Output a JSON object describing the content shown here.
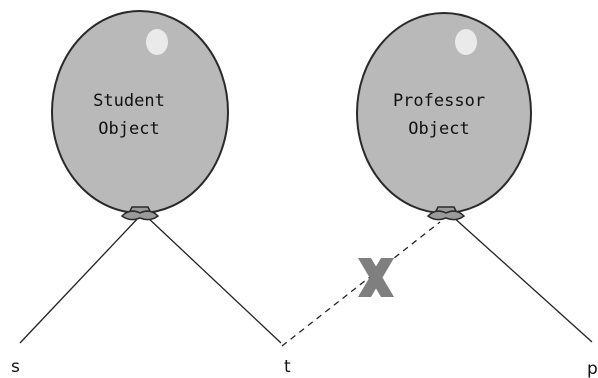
{
  "balloons": [
    {
      "id": "student",
      "lines": [
        "Student",
        "Object"
      ],
      "fill": "#b9b9b9",
      "stroke": "#2a2a2a"
    },
    {
      "id": "professor",
      "lines": [
        "Professor",
        "Object"
      ],
      "fill": "#b9b9b9",
      "stroke": "#2a2a2a"
    }
  ],
  "references": [
    {
      "label": "s",
      "target": "student",
      "style": "solid"
    },
    {
      "label": "t",
      "target": "student",
      "style": "solid"
    },
    {
      "label": "t",
      "target": "professor",
      "style": "dashed"
    },
    {
      "label": "p",
      "target": "professor",
      "style": "solid"
    }
  ],
  "broken_reference_mark": {
    "glyph": "X",
    "icon": "cross-mark-icon",
    "color": "#7f7f7f"
  },
  "labels": {
    "s": "s",
    "t": "t",
    "p": "p"
  },
  "colors": {
    "line": "#222222",
    "knot": "#9a9a9a",
    "highlight": "#eaeaea"
  }
}
